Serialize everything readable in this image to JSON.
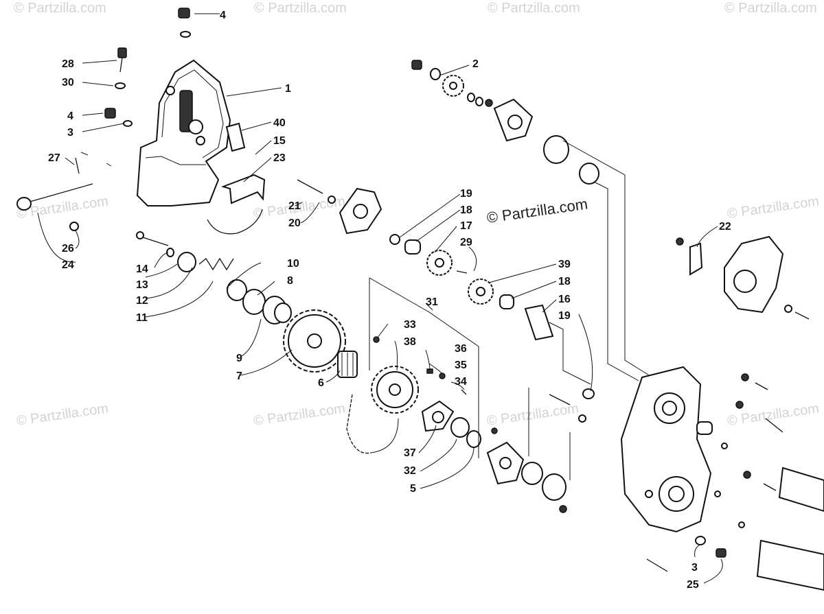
{
  "watermark": {
    "brand": "© Partzilla.com",
    "center": "© Partzilla.com"
  },
  "callouts": {
    "c1": "1",
    "c2": "2",
    "c3a": "3",
    "c3b": "3",
    "c4a": "4",
    "c4b": "4",
    "c5": "5",
    "c6": "6",
    "c7": "7",
    "c8": "8",
    "c9": "9",
    "c10": "10",
    "c11": "11",
    "c12": "12",
    "c13": "13",
    "c14": "14",
    "c15": "15",
    "c16": "16",
    "c17": "17",
    "c18a": "18",
    "c18b": "18",
    "c19a": "19",
    "c19b": "19",
    "c20": "20",
    "c21": "21",
    "c22": "22",
    "c23": "23",
    "c24": "24",
    "c25": "25",
    "c26": "26",
    "c27": "27",
    "c28": "28",
    "c29": "29",
    "c30": "30",
    "c31": "31",
    "c32": "32",
    "c33": "33",
    "c34": "34",
    "c35": "35",
    "c36": "36",
    "c37": "37",
    "c38": "38",
    "c39": "39",
    "c40": "40"
  }
}
